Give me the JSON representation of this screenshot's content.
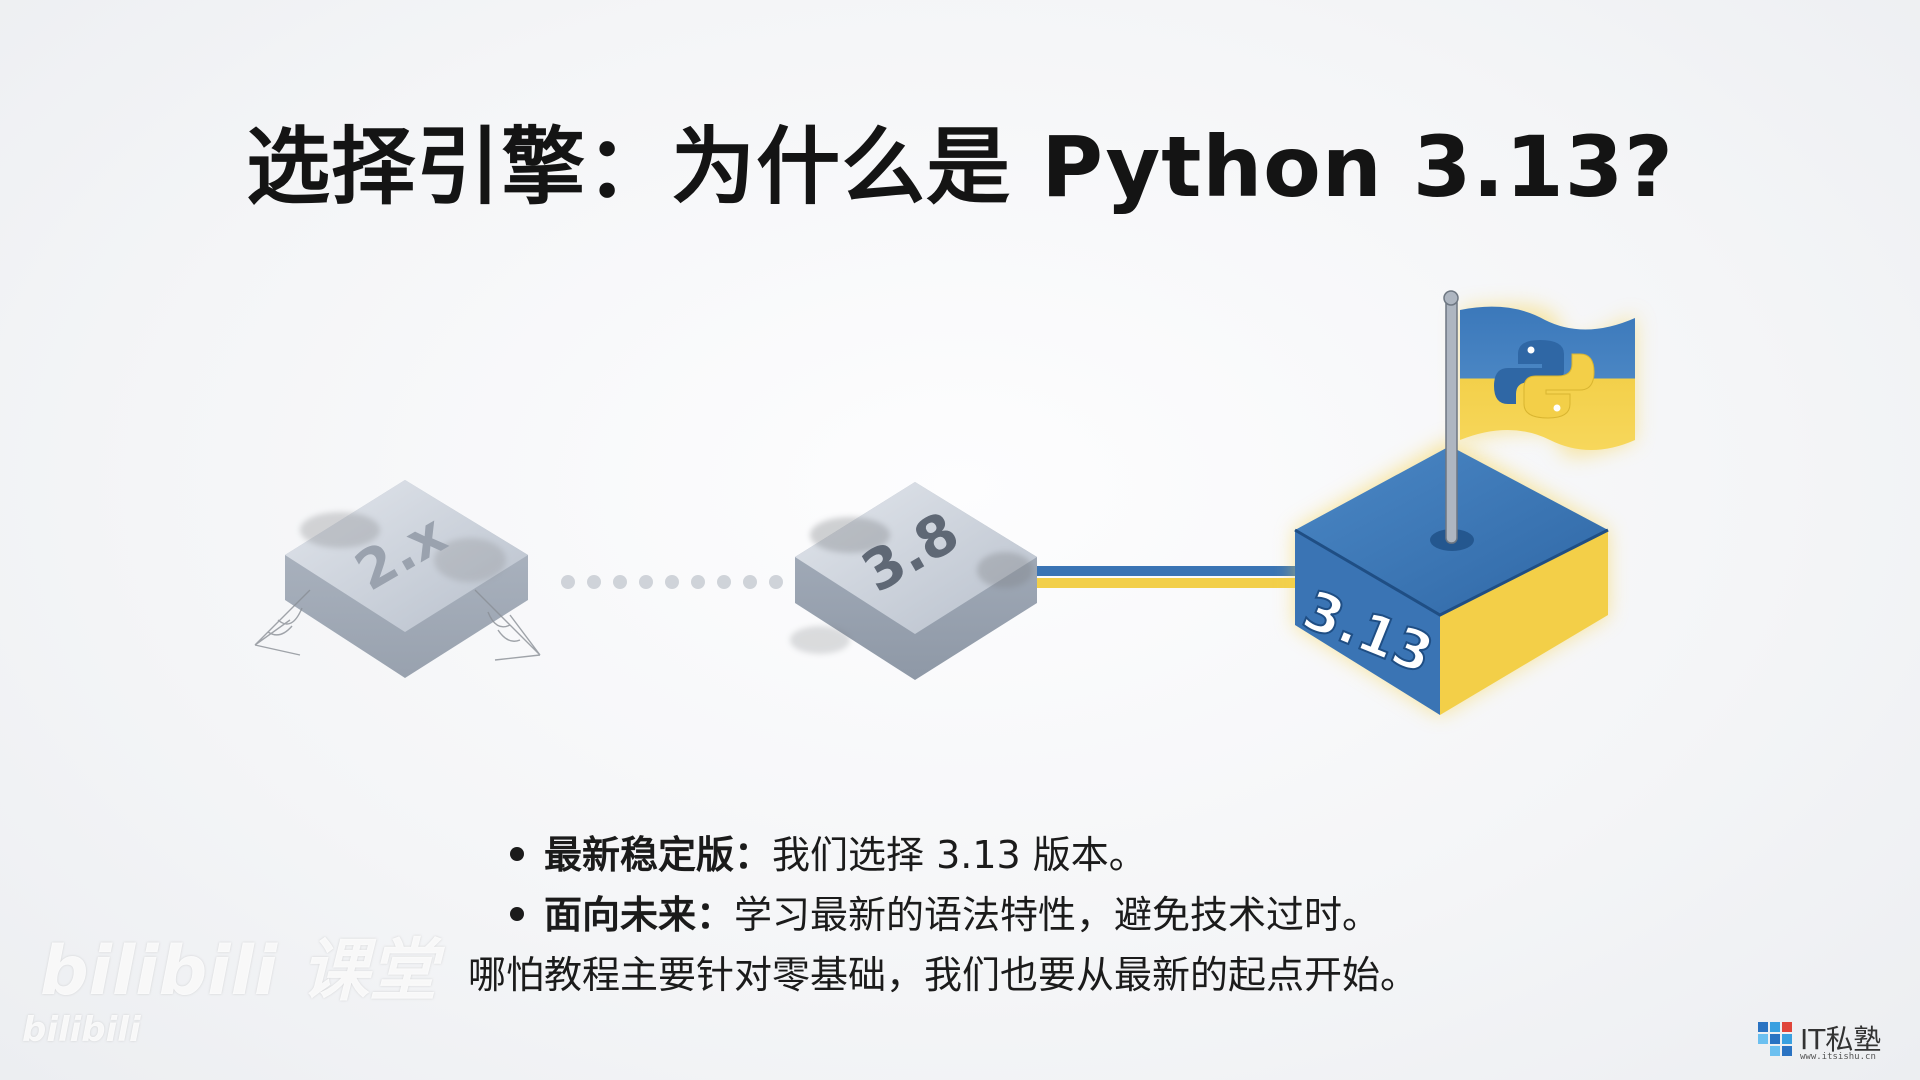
{
  "slide": {
    "title": "选择引擎：为什么是 Python 3.13?",
    "nodes": [
      {
        "label": "2.x",
        "state": "obsolete"
      },
      {
        "label": "3.8",
        "state": "old"
      },
      {
        "label": "3.13",
        "state": "current"
      }
    ],
    "bullets": [
      {
        "heading": "最新稳定版：",
        "text": "我们选择 3.13 版本。"
      },
      {
        "heading": "面向未来：",
        "text": "学习最新的语法特性，避免技术过时。"
      }
    ],
    "note": "哪怕教程主要针对零基础，我们也要从最新的起点开始。"
  },
  "watermark": {
    "platform_large": "bilibili 课堂",
    "platform_small": "bilibili"
  },
  "brand": {
    "name": "IT私塾",
    "url": "www.itsishu.cn"
  },
  "colors": {
    "python_blue": "#3a74b4",
    "python_yellow": "#f6d24c",
    "grey_box": "#b9c2cf"
  }
}
